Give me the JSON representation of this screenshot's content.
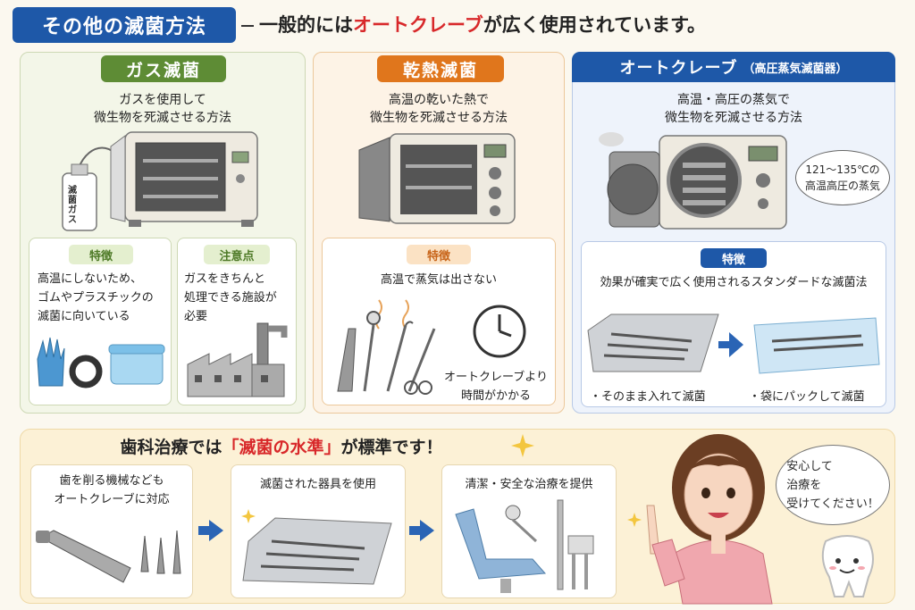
{
  "header": {
    "badge": "その他の滅菌方法",
    "text_pre": "一般的には",
    "text_highlight": "オートクレーブ",
    "text_post": "が広く使用されています。"
  },
  "gas": {
    "title": "ガス滅菌",
    "desc_line1": "ガスを使用して",
    "desc_line2": "微生物を死滅させる方法",
    "bottle_label": "滅菌ガス",
    "feature_label": "特徴",
    "feature_line1": "高温にしないため、",
    "feature_line2": "ゴムやプラスチックの",
    "feature_line3": "滅菌に向いている",
    "caution_label": "注意点",
    "caution_line1": "ガスをきちんと",
    "caution_line2": "処理できる施設が",
    "caution_line3": "必要"
  },
  "dry": {
    "title": "乾熱滅菌",
    "desc_line1": "高温の乾いた熱で",
    "desc_line2": "微生物を死滅させる方法",
    "feature_label": "特徴",
    "feature_text": "高温で蒸気は出さない",
    "note_line1": "オートクレーブより",
    "note_line2": "時間がかかる"
  },
  "autoclave": {
    "title": "オートクレーブ",
    "subtitle": "（高圧蒸気滅菌器）",
    "desc_line1": "高温・高圧の蒸気で",
    "desc_line2": "微生物を死滅させる方法",
    "bubble_line1": "121～135℃の",
    "bubble_line2": "高温高圧の蒸気",
    "feature_label": "特徴",
    "feature_text": "効果が確実で広く使用されるスタンダードな滅菌法",
    "method_a": "・そのまま入れて滅菌",
    "method_b": "・袋にパックして滅菌"
  },
  "bottom": {
    "title_pre": "歯科治療では",
    "title_highlight": "「滅菌の水準」",
    "title_post": "が標準です！",
    "card1_line1": "歯を削る機械なども",
    "card1_line2": "オートクレーブに対応",
    "card2": "滅菌された器具を使用",
    "card3": "清潔・安全な治療を提供",
    "speech_line1": "安心して",
    "speech_line2": "治療を",
    "speech_line3": "受けてください！"
  },
  "colors": {
    "brand_blue": "#1e58a8",
    "gas_green": "#5e8c35",
    "dry_orange": "#e0761c",
    "highlight_red": "#d8282a"
  }
}
